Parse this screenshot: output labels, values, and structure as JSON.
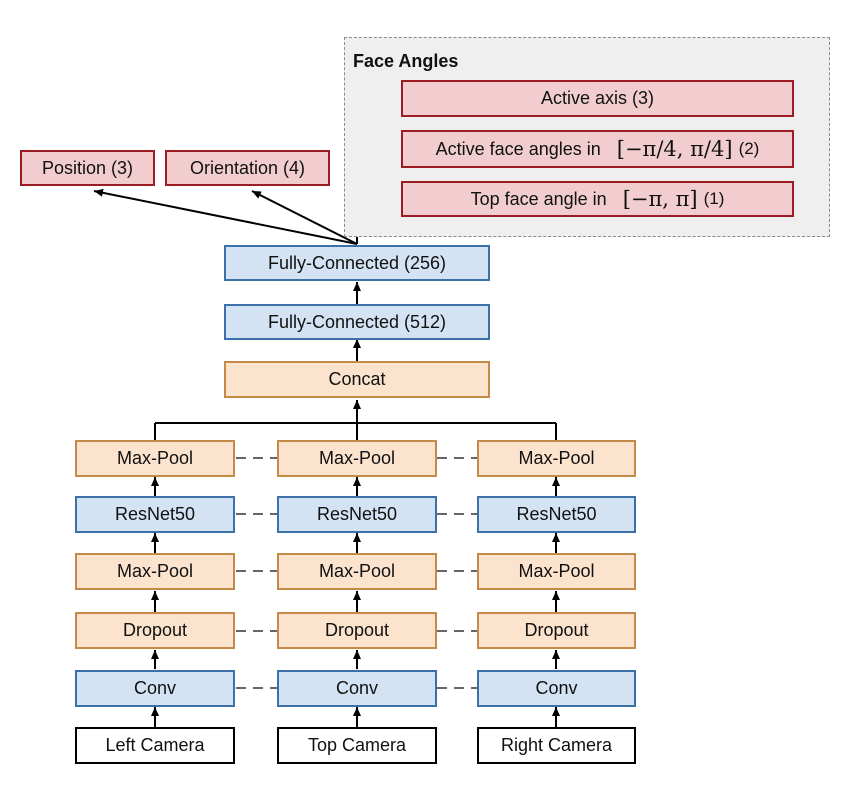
{
  "face_angles": {
    "title": "Face Angles",
    "active_axis": "Active axis (3)",
    "active_face_prefix": "Active face angles in",
    "active_face_math": "[−π/4, π/4]",
    "active_face_suffix": "(2)",
    "top_face_prefix": "Top face angle in",
    "top_face_math": "[−π, π]",
    "top_face_suffix": "(1)"
  },
  "outputs": {
    "position": "Position (3)",
    "orientation": "Orientation (4)"
  },
  "head": {
    "fc256": "Fully-Connected (256)",
    "fc512": "Fully-Connected (512)",
    "concat": "Concat"
  },
  "columns": [
    {
      "maxpool_top": "Max-Pool",
      "resnet": "ResNet50",
      "maxpool_bottom": "Max-Pool",
      "dropout": "Dropout",
      "conv": "Conv",
      "camera": "Left Camera"
    },
    {
      "maxpool_top": "Max-Pool",
      "resnet": "ResNet50",
      "maxpool_bottom": "Max-Pool",
      "dropout": "Dropout",
      "conv": "Conv",
      "camera": "Top Camera"
    },
    {
      "maxpool_top": "Max-Pool",
      "resnet": "ResNet50",
      "maxpool_bottom": "Max-Pool",
      "dropout": "Dropout",
      "conv": "Conv",
      "camera": "Right Camera"
    }
  ],
  "colors": {
    "blue_fill": "#d3e3f3",
    "orange_fill": "#fbe3cd",
    "red_fill": "#f1cdcf",
    "panel_fill": "#efefef"
  }
}
